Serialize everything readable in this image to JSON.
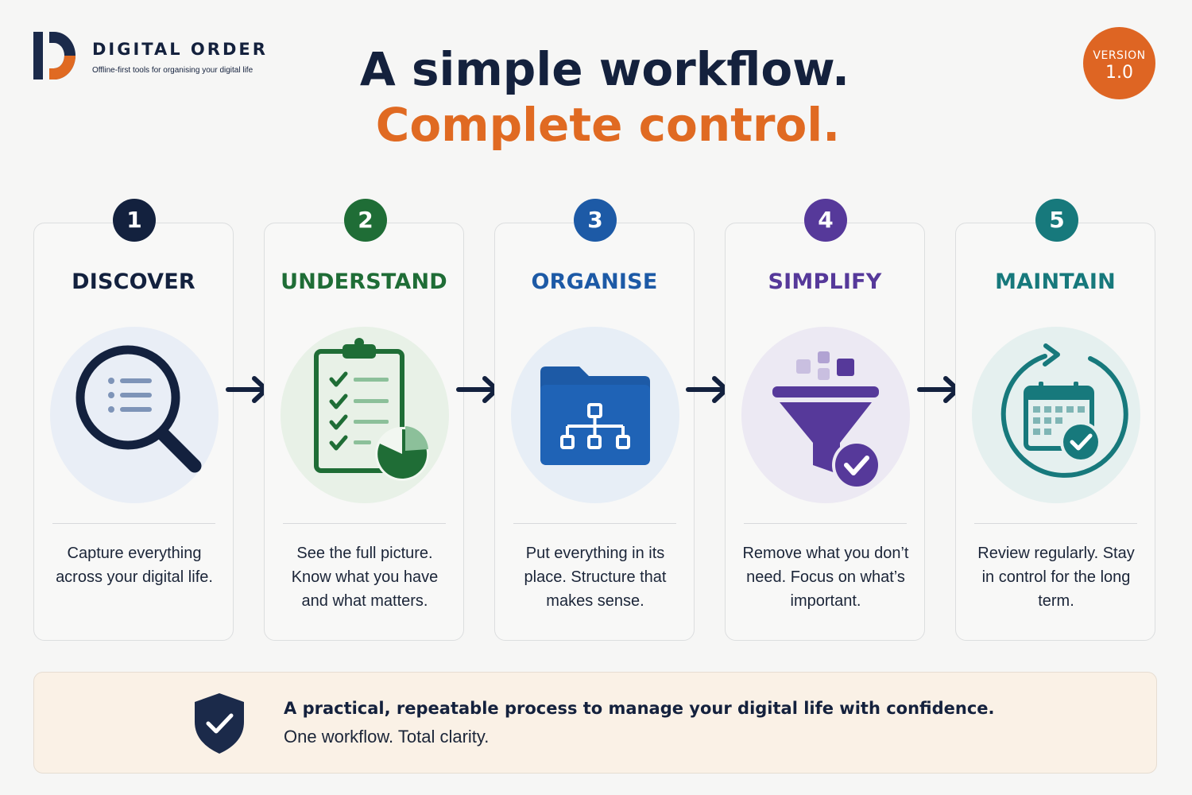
{
  "brand": {
    "name": "DIGITAL ORDER",
    "tagline": "Offline-first tools for organising your digital life"
  },
  "headline": {
    "line1": "A simple workflow.",
    "line2": "Complete control."
  },
  "version": {
    "label": "VERSION",
    "number": "1.0"
  },
  "steps": [
    {
      "number": "1",
      "title": "DISCOVER",
      "description": "Capture everything across your digital life.",
      "icon": "magnifier-icon",
      "color": "#13213e",
      "tint": "#e9eef6"
    },
    {
      "number": "2",
      "title": "UNDERSTAND",
      "description": "See the full picture. Know what you have and what matters.",
      "icon": "checklist-chart-icon",
      "color": "#1f6d36",
      "tint": "#e8f1e7"
    },
    {
      "number": "3",
      "title": "ORGANISE",
      "description": "Put everything in its place. Structure that makes sense.",
      "icon": "folder-hierarchy-icon",
      "color": "#1d5aa6",
      "tint": "#e7eef6"
    },
    {
      "number": "4",
      "title": "SIMPLIFY",
      "description": "Remove what you don’t need. Focus on what’s important.",
      "icon": "funnel-check-icon",
      "color": "#56399a",
      "tint": "#ece9f3"
    },
    {
      "number": "5",
      "title": "MAINTAIN",
      "description": "Review regularly. Stay in control for the long term.",
      "icon": "calendar-cycle-icon",
      "color": "#17797c",
      "tint": "#e5f0ef"
    }
  ],
  "footer": {
    "main": "A practical, repeatable process to manage your digital life with confidence.",
    "sub": "One workflow. Total clarity.",
    "icon": "shield-check-icon"
  },
  "colors": {
    "navy": "#14213d",
    "orange": "#e06a22",
    "background": "#f6f6f5"
  }
}
